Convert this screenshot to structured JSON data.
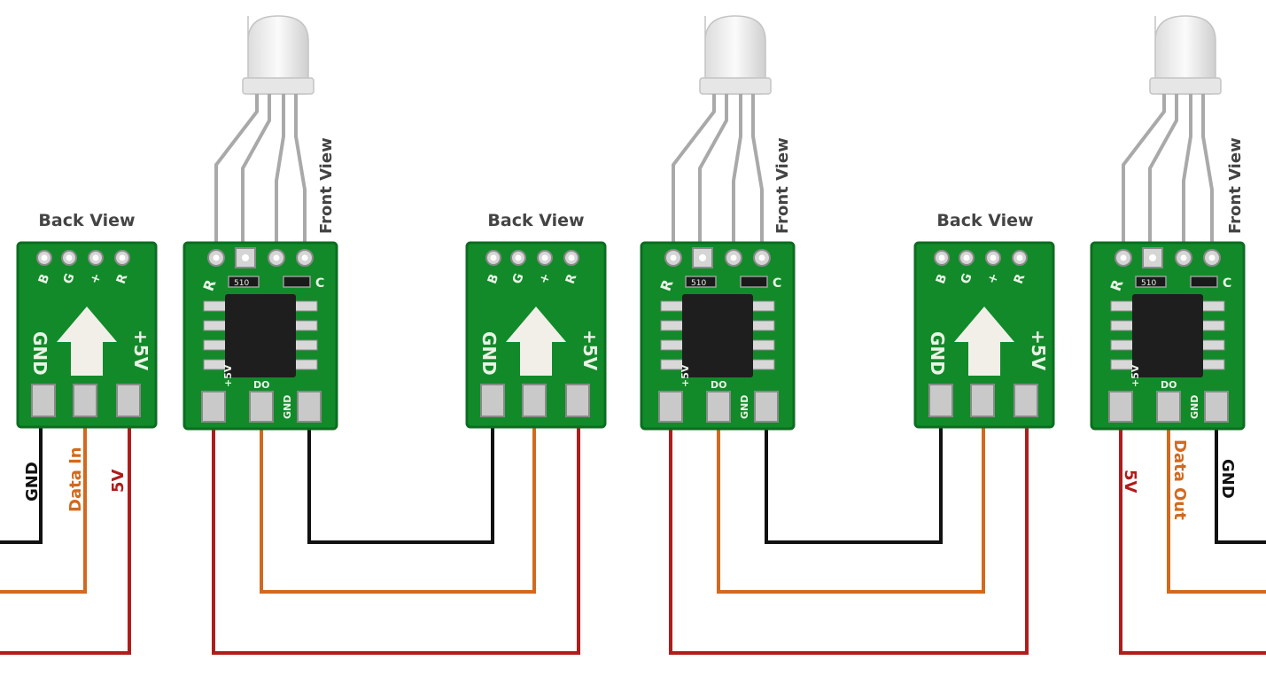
{
  "labels": {
    "back_view": "Back View",
    "front_view": "Front View"
  },
  "wires": {
    "gnd": "GND",
    "data_in": "Data In",
    "v5": "5V",
    "data_out": "Data Out"
  },
  "silkscreen": {
    "back_pins": [
      "B",
      "G",
      "+",
      "R"
    ],
    "gnd": "GND",
    "plus5v": "+5V",
    "front_r": "R",
    "front_c": "C",
    "resistor": "510",
    "front_bottom": [
      "+5V",
      "DO",
      "GND"
    ]
  },
  "colors": {
    "gnd_wire": "#111111",
    "data_wire": "#d2691e",
    "power_wire": "#b01c1c",
    "pcb": "#128a2a",
    "pcb_dark": "#0c6d20",
    "pad": "#c9c9c9",
    "chip": "#1e1e1e",
    "data_label": "#d2691e",
    "power_label": "#b01c1c"
  },
  "icons": [
    "arrow-up-icon",
    "led-icon"
  ]
}
